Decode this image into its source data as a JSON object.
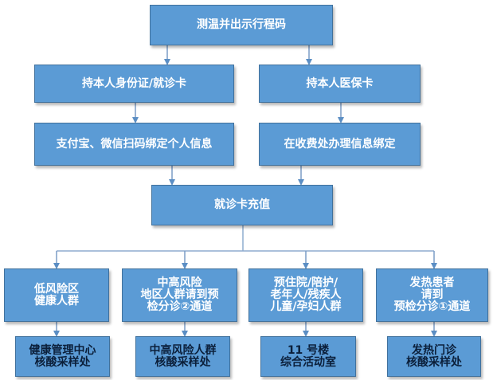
{
  "colors": {
    "node_fill": "#5b9bd5",
    "node_border": "#41719c",
    "line": "#8eaccf",
    "arrow": "#5b8ec4",
    "leaf_text": "#0b1f3a"
  },
  "nodes": {
    "temp_check": "测温并出示行程码",
    "id_card": "持本人身份证/就诊卡",
    "medical_card": "持本人医保卡",
    "alipay_wechat": "支付宝、微信扫码绑定个人信息",
    "toll_office": "在收费处办理信息绑定",
    "recharge": "就诊卡充值",
    "low_risk": "低风险区\n健康人群",
    "mid_high_risk": "中高风险\n地区人群请到预\n检分诊②通道",
    "pre_admission": "预住院/陪护/\n老年人/残疾人\n儿童/孕妇人群",
    "fever": "发热患者\n请到\n预检分诊①通道",
    "health_center": "健康管理中心\n核酸采样处",
    "mid_high_sampling": "中高风险人群\n核酸采样处",
    "building_11": "11 号楼\n综合活动室",
    "fever_clinic": "发热门诊\n核酸采样处"
  }
}
